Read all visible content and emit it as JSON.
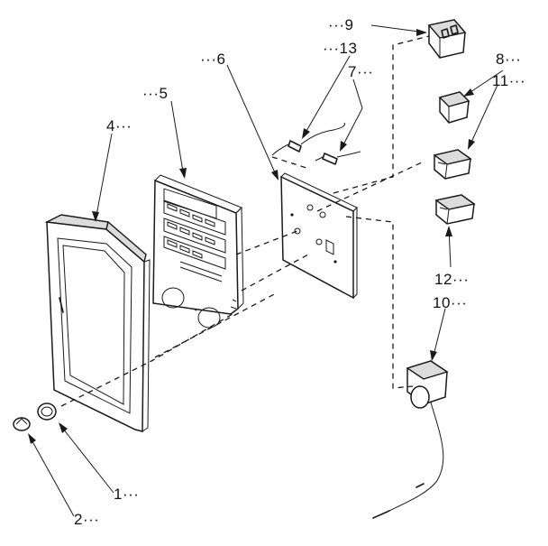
{
  "labels": {
    "p1": "1···",
    "p2": "2···",
    "p4": "4···",
    "p5": "···5",
    "p6": "···6",
    "p7": "7···",
    "p8": "8···",
    "p9": "···9",
    "p10": "10···",
    "p11": "11···",
    "p12": "12···",
    "p13": "···13"
  }
}
